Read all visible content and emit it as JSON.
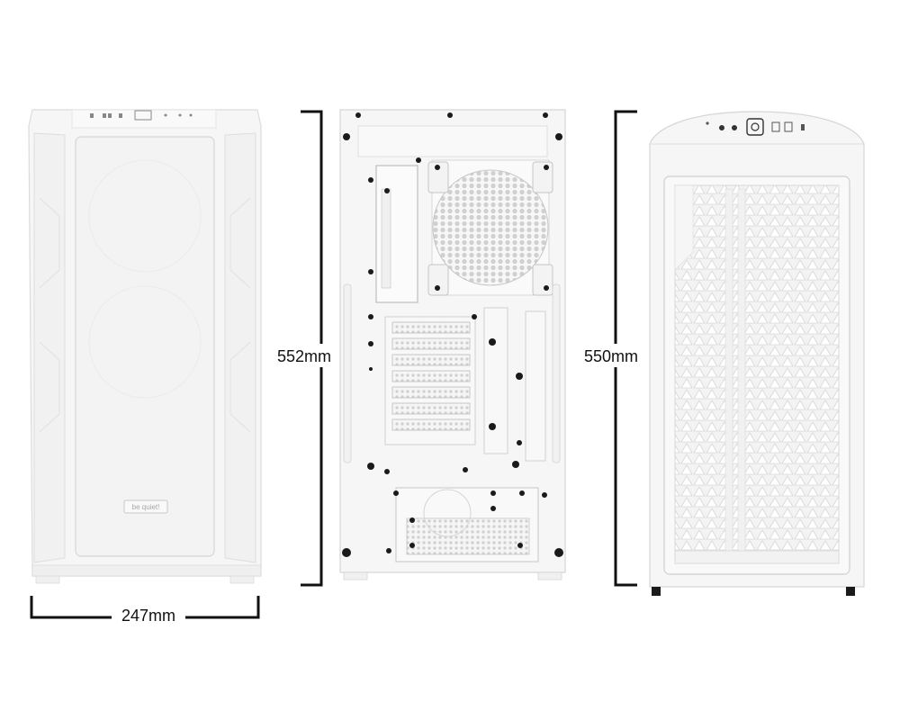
{
  "dimensions": {
    "width_label": "247mm",
    "height_rear_label": "552mm",
    "height_side_label": "550mm"
  },
  "logo": {
    "text": "be quiet!"
  },
  "colors": {
    "case_body": "#f4f4f4",
    "case_edge": "#d9d9d9",
    "mesh": "#e6e6e6",
    "screws": "#1a1a1a",
    "dimension_lines": "#111111"
  }
}
